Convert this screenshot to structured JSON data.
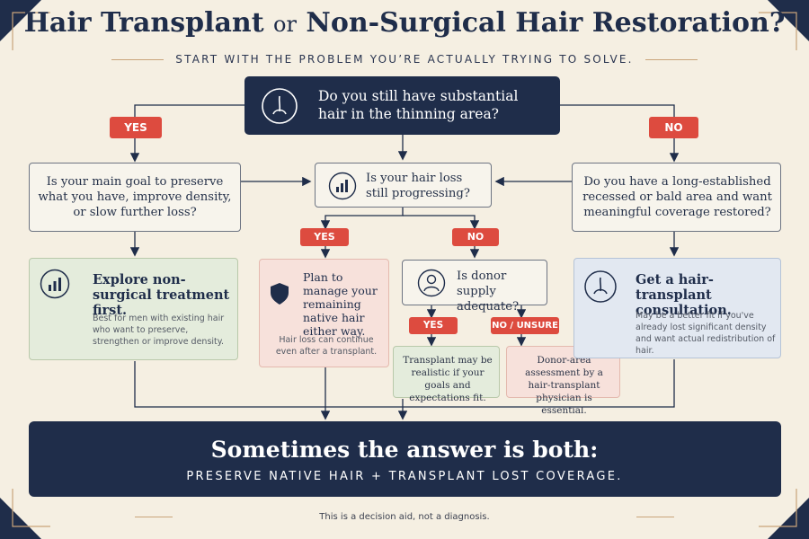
{
  "header": {
    "title_part1": "Hair Transplant",
    "title_or": "or",
    "title_part2": "Non-Surgical Hair Restoration?",
    "subtitle": "START WITH THE PROBLEM YOU’RE ACTUALLY TRYING TO SOLVE."
  },
  "top_question": "Do you still have substantial hair in the thinning area?",
  "labels": {
    "yes": "YES",
    "no": "NO",
    "no_unsure": "NO / UNSURE"
  },
  "left_question": "Is your main goal to preserve what you have, improve density, or slow further loss?",
  "center_question": "Is your hair loss still progressing?",
  "right_question": "Do you have a long-established recessed or bald area and want meaningful coverage restored?",
  "outcomes": {
    "non_surgical": {
      "heading": "Explore non-surgical treatment first.",
      "note": "Best for men with existing hair who want to preserve, strengthen or improve density."
    },
    "plan_manage": {
      "heading": "Plan to manage your remaining native hair either way.",
      "note": "Hair loss can continue even after a transplant."
    },
    "donor_question": "Is donor supply adequate?",
    "transplant_realistic": "Transplant may be realistic if your goals and expectations fit.",
    "donor_assessment": "Donor-area assessment by a hair-transplant physician is essential.",
    "consultation": {
      "heading": "Get a hair-transplant consultation.",
      "note": "May be a better fit if you've already lost significant density and want actual redistribution of hair."
    }
  },
  "conclusion": {
    "title": "Sometimes the answer is both:",
    "subtitle": "PRESERVE NATIVE HAIR + TRANSPLANT LOST COVERAGE."
  },
  "footer": "This is a decision aid, not a diagnosis.",
  "colors": {
    "navy": "#1f2d4a",
    "red": "#dd4b3f",
    "cream": "#f5efe2",
    "green": "#e4ecdc",
    "pink": "#f7e1db",
    "blue": "#e2e8f1"
  },
  "icons": [
    "hair-follicle-icon",
    "bar-chart-icon",
    "shield-icon",
    "person-icon"
  ]
}
